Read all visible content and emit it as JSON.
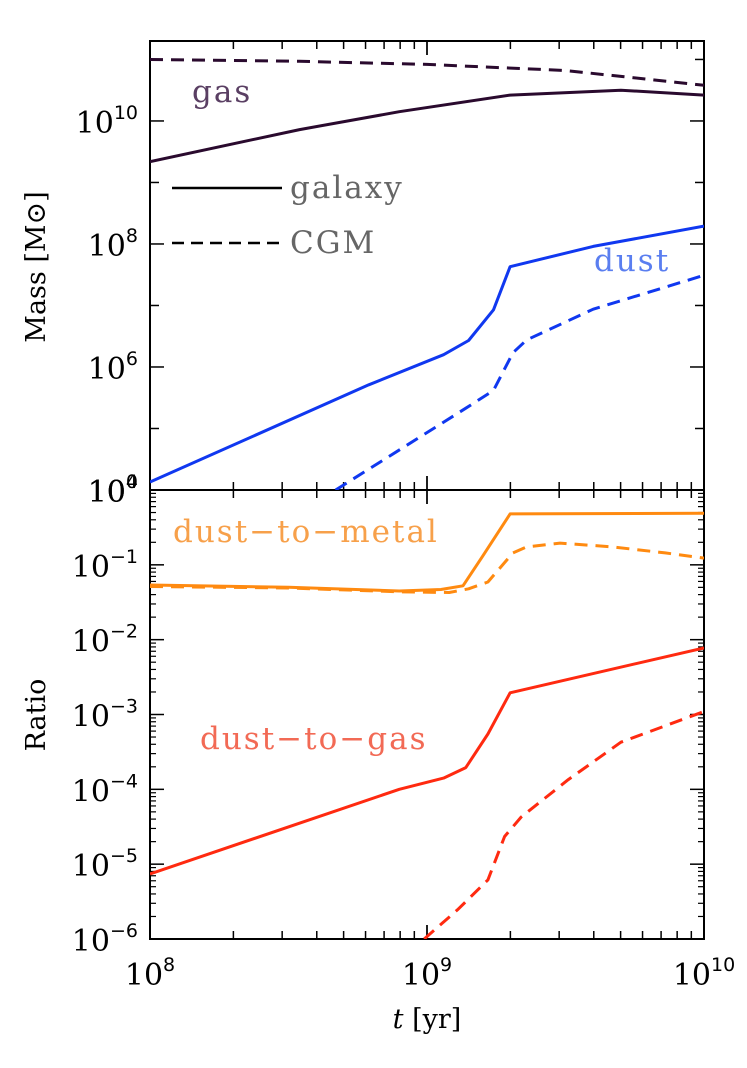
{
  "chart_data": [
    {
      "panel": "top",
      "type": "line",
      "xlabel": "t [yr]",
      "ylabel": "Mass [M⊙]",
      "xscale": "log",
      "yscale": "log",
      "xlim_log10": [
        8,
        10
      ],
      "ylim_log10": [
        4,
        11.3
      ],
      "yticks": [
        {
          "exp": "4",
          "log": 4
        },
        {
          "exp": "6",
          "log": 6
        },
        {
          "exp": "8",
          "log": 8
        },
        {
          "exp": "10",
          "log": 10
        }
      ],
      "legend": [
        {
          "label": "galaxy",
          "style": "solid"
        },
        {
          "label": "CGM",
          "style": "dashed"
        }
      ],
      "annotations": [
        {
          "text": "gas",
          "color": "#5a3f63"
        },
        {
          "text": "dust",
          "color": "#5a7ef0"
        }
      ],
      "series": [
        {
          "name": "gas galaxy",
          "color": "#2a0a2e",
          "style": "solid",
          "points_log10": [
            [
              8.0,
              9.34
            ],
            [
              8.54,
              9.86
            ],
            [
              8.9,
              10.15
            ],
            [
              9.3,
              10.42
            ],
            [
              9.7,
              10.5
            ],
            [
              10.0,
              10.42
            ]
          ]
        },
        {
          "name": "gas CGM",
          "color": "#2a0a2e",
          "style": "dashed",
          "points_log10": [
            [
              8.0,
              11.0
            ],
            [
              8.54,
              10.97
            ],
            [
              9.0,
              10.92
            ],
            [
              9.5,
              10.82
            ],
            [
              10.0,
              10.58
            ]
          ]
        },
        {
          "name": "dust galaxy",
          "color": "#1038f0",
          "style": "solid",
          "points_log10": [
            [
              8.0,
              4.13
            ],
            [
              8.79,
              5.71
            ],
            [
              9.06,
              6.2
            ],
            [
              9.15,
              6.43
            ],
            [
              9.24,
              6.93
            ],
            [
              9.3,
              7.63
            ],
            [
              9.6,
              7.96
            ],
            [
              10.0,
              8.29
            ]
          ]
        },
        {
          "name": "dust CGM",
          "color": "#1038f0",
          "style": "dashed",
          "points_log10": [
            [
              8.67,
              4.0
            ],
            [
              9.14,
              5.33
            ],
            [
              9.24,
              5.62
            ],
            [
              9.31,
              6.23
            ],
            [
              9.36,
              6.44
            ],
            [
              9.6,
              6.94
            ],
            [
              10.0,
              7.49
            ]
          ]
        }
      ]
    },
    {
      "panel": "bottom",
      "type": "line",
      "xlabel": "t [yr]",
      "ylabel": "Ratio",
      "xscale": "log",
      "yscale": "log",
      "xlim_log10": [
        8,
        10
      ],
      "ylim_log10": [
        -6,
        0
      ],
      "yticks": [
        {
          "exp": "−6",
          "log": -6
        },
        {
          "exp": "−5",
          "log": -5
        },
        {
          "exp": "−4",
          "log": -4
        },
        {
          "exp": "−3",
          "log": -3
        },
        {
          "exp": "−2",
          "log": -2
        },
        {
          "exp": "−1",
          "log": -1
        },
        {
          "exp": "0",
          "log": 0
        }
      ],
      "xticks": [
        {
          "exp": "8",
          "log": 8
        },
        {
          "exp": "9",
          "log": 9
        },
        {
          "exp": "10",
          "log": 10
        }
      ],
      "annotations": [
        {
          "text": "dust−to−metal",
          "color": "#f7a04a"
        },
        {
          "text": "dust−to−gas",
          "color": "#f26a55"
        }
      ],
      "series": [
        {
          "name": "dust-to-metal galaxy",
          "color": "#ff8a10",
          "style": "solid",
          "points_log10": [
            [
              8.0,
              -1.27
            ],
            [
              8.5,
              -1.3
            ],
            [
              8.9,
              -1.35
            ],
            [
              9.05,
              -1.33
            ],
            [
              9.13,
              -1.28
            ],
            [
              9.2,
              -0.89
            ],
            [
              9.3,
              -0.32
            ],
            [
              10.0,
              -0.31
            ]
          ]
        },
        {
          "name": "dust-to-metal CGM",
          "color": "#ff8a10",
          "style": "dashed",
          "points_log10": [
            [
              8.0,
              -1.29
            ],
            [
              8.5,
              -1.31
            ],
            [
              8.9,
              -1.36
            ],
            [
              9.08,
              -1.37
            ],
            [
              9.15,
              -1.32
            ],
            [
              9.22,
              -1.23
            ],
            [
              9.31,
              -0.84
            ],
            [
              9.36,
              -0.76
            ],
            [
              9.48,
              -0.71
            ],
            [
              9.67,
              -0.76
            ],
            [
              9.86,
              -0.84
            ],
            [
              10.0,
              -0.91
            ]
          ]
        },
        {
          "name": "dust-to-gas galaxy",
          "color": "#ff2a10",
          "style": "solid",
          "points_log10": [
            [
              8.0,
              -5.13
            ],
            [
              8.9,
              -4.0
            ],
            [
              9.06,
              -3.85
            ],
            [
              9.14,
              -3.71
            ],
            [
              9.22,
              -3.26
            ],
            [
              9.3,
              -2.71
            ],
            [
              10.0,
              -2.11
            ]
          ]
        },
        {
          "name": "dust-to-gas CGM",
          "color": "#ff2a10",
          "style": "dashed",
          "points_log10": [
            [
              8.99,
              -6.0
            ],
            [
              9.11,
              -5.61
            ],
            [
              9.22,
              -5.21
            ],
            [
              9.28,
              -4.63
            ],
            [
              9.34,
              -4.37
            ],
            [
              9.51,
              -3.87
            ],
            [
              9.7,
              -3.37
            ],
            [
              10.0,
              -2.96
            ]
          ]
        }
      ]
    }
  ],
  "axes": {
    "x_label_italic": "t",
    "x_label_rest": " [yr]",
    "y_top_label": "Mass [M⊙]",
    "y_bottom_label": "Ratio",
    "base": "10"
  },
  "legend": {
    "galaxy": "galaxy",
    "cgm": "CGM"
  },
  "annotations": {
    "gas": "gas",
    "dust": "dust",
    "dust_to_metal": "dust−to−metal",
    "dust_to_gas": "dust−to−gas"
  }
}
